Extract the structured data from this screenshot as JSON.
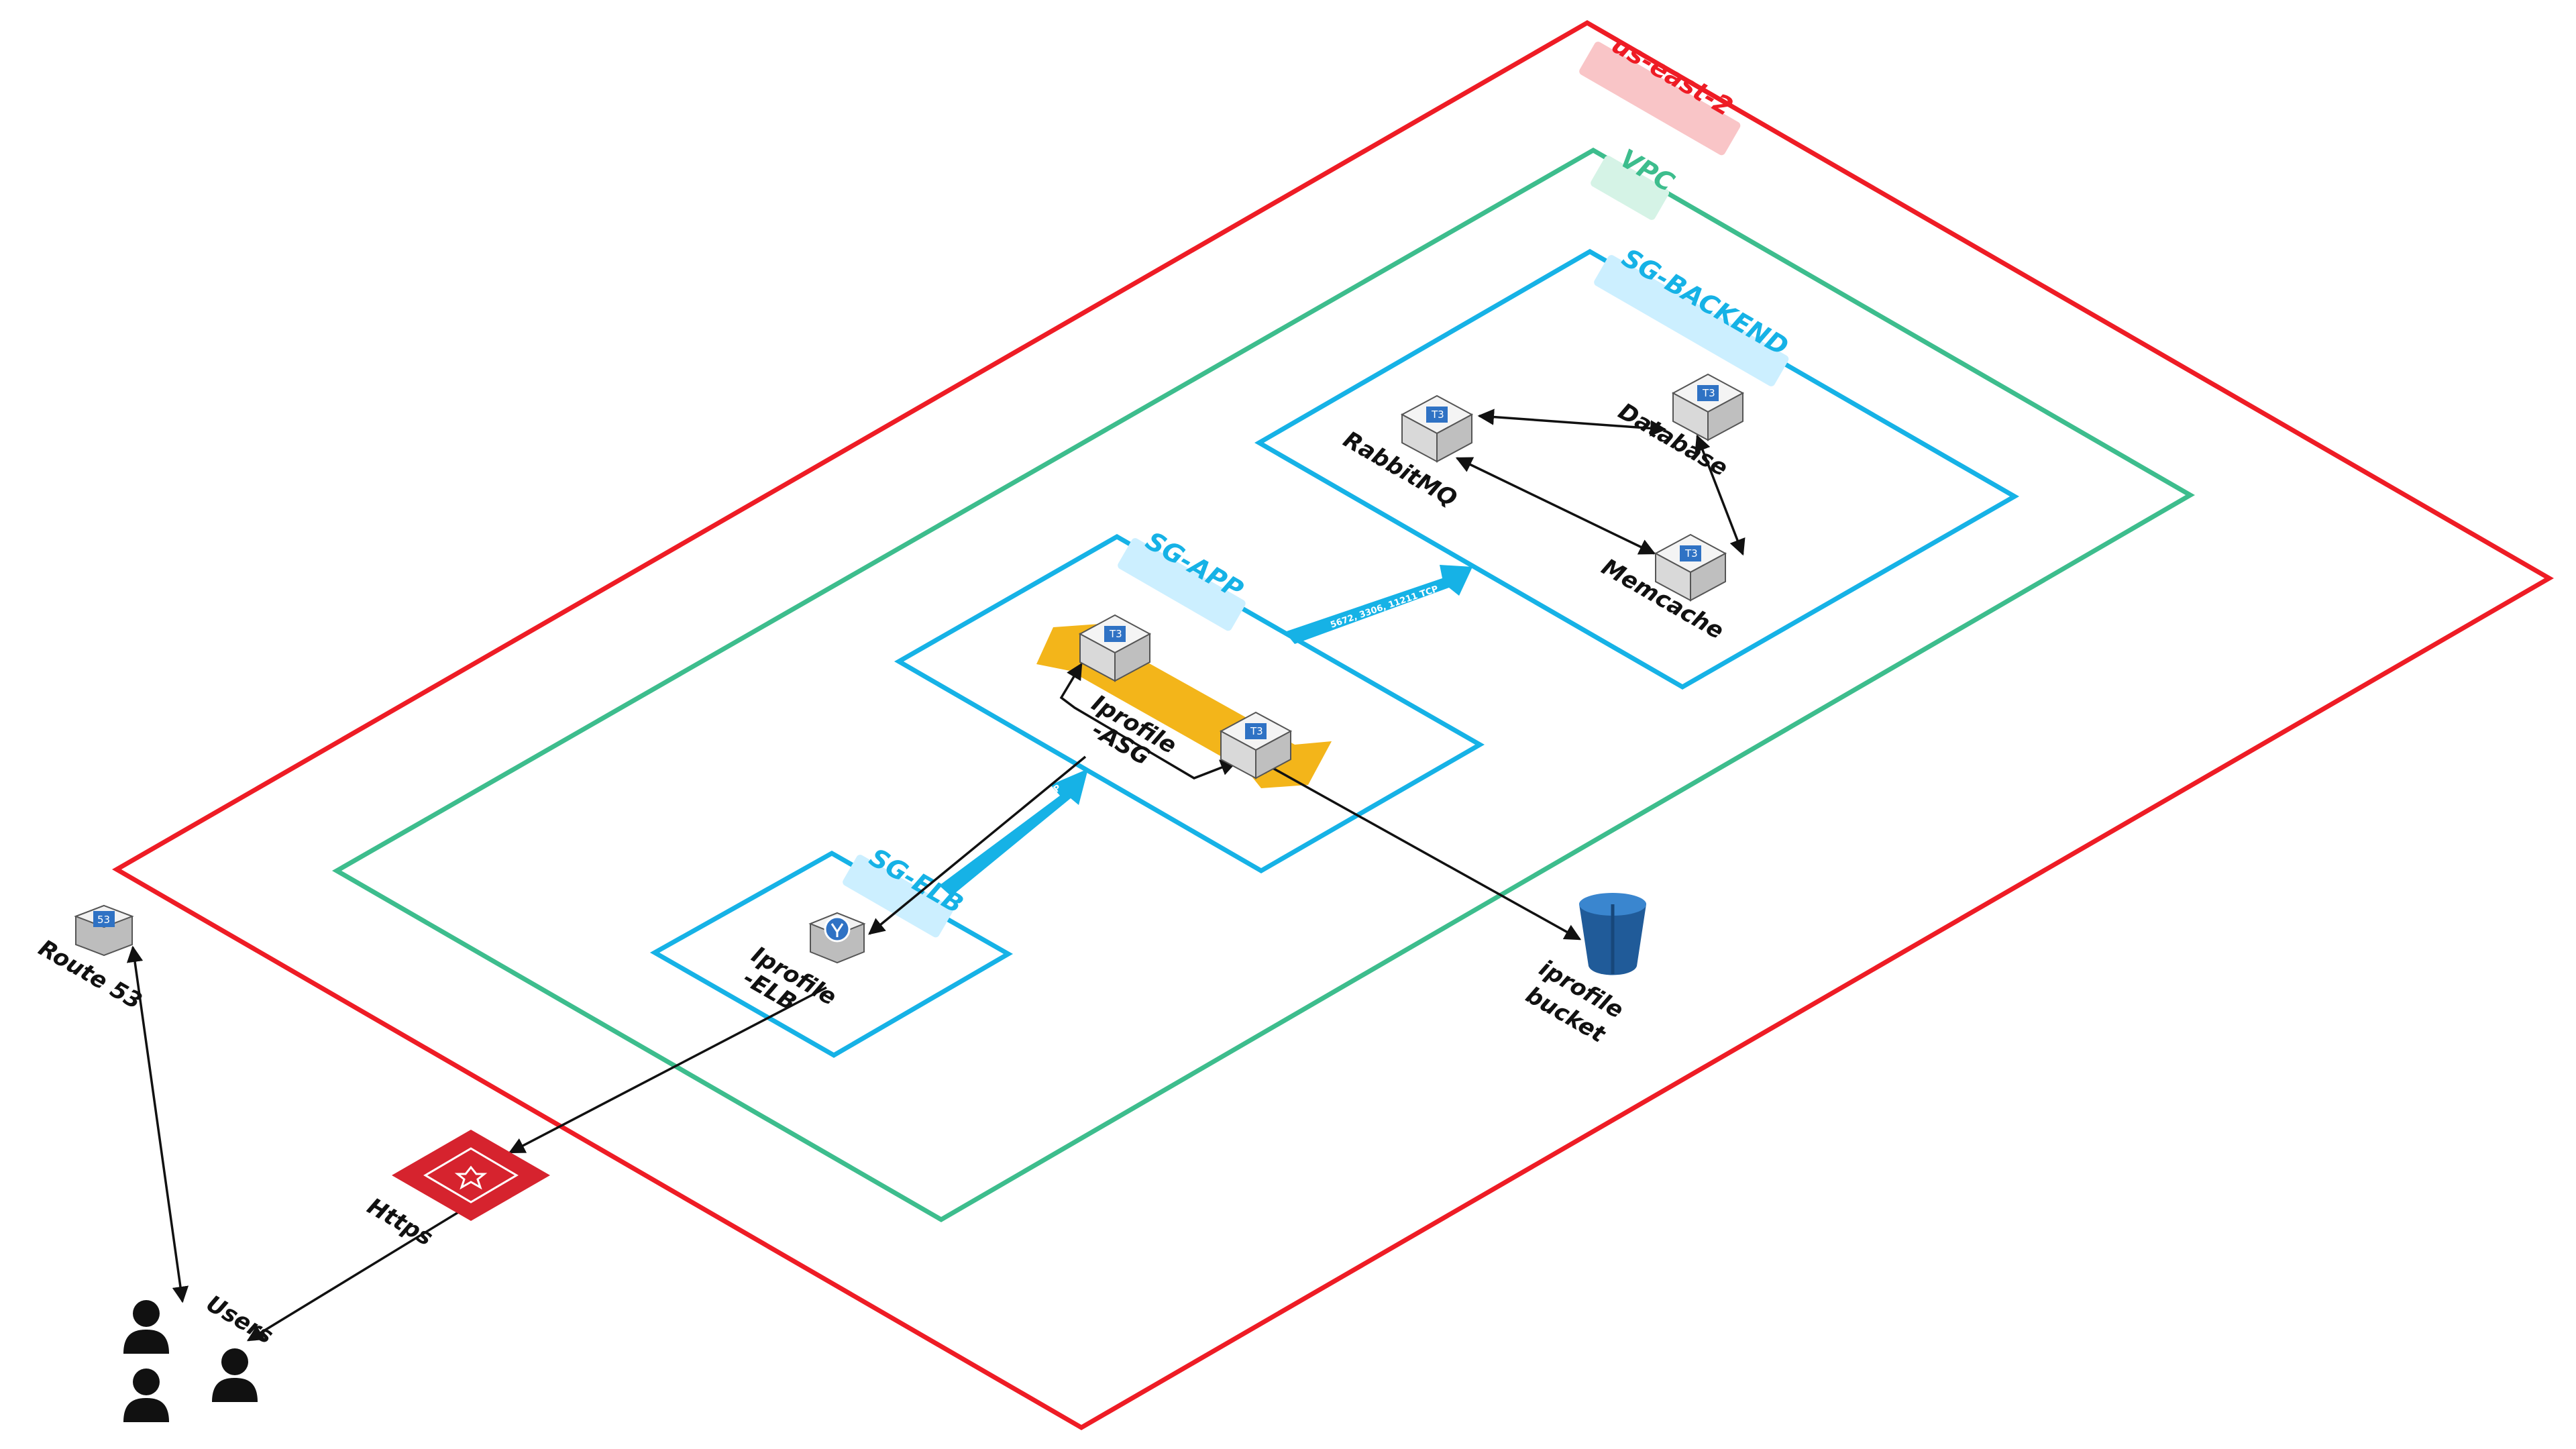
{
  "zones": {
    "region": "us-east-2",
    "vpc": "VPC",
    "sg_backend": "SG-BACKEND",
    "sg_app": "SG-APP",
    "sg_elb": "SG-ELB"
  },
  "nodes": {
    "rabbitmq": "RabbitMQ",
    "database": "Database",
    "memcache": "Memcache",
    "asg_line1": "Iprofile",
    "asg_line2": "-ASG",
    "elb_line1": "Iprofile",
    "elb_line2": "-ELB",
    "bucket_line1": "iprofile",
    "bucket_line2": "bucket",
    "route53": "Route 53",
    "https": "Https",
    "users": "Users"
  },
  "flows": {
    "app_to_backend": "5672, 3306, 11211 TCP",
    "elb_to_app": "8080 TCP"
  },
  "instance_badge": "T3",
  "route53_badge": "53",
  "colors": {
    "region": "#ee1c25",
    "vpc": "#3dbd8d",
    "sg": "#16b2e6",
    "asg_band": "#f3b51a",
    "acm": "#d6232e",
    "bucket": "#205b99"
  }
}
